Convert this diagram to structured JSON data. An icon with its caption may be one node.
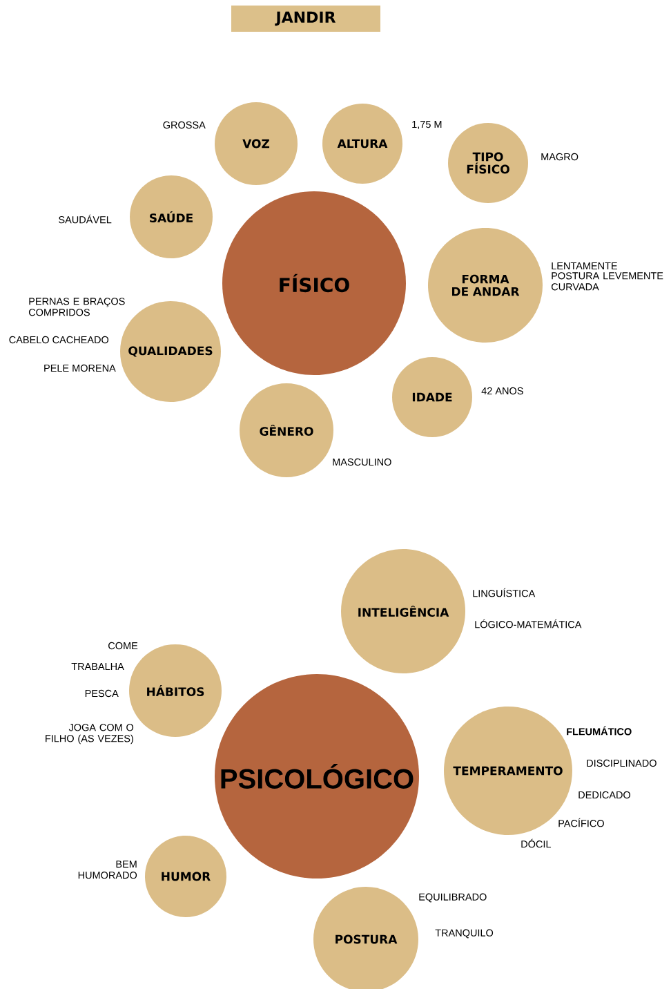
{
  "diagram": {
    "title": "JANDIR",
    "nodes": [
      {
        "text": [
          "FÍSICO"
        ]
      },
      {
        "text": [
          "VOZ"
        ],
        "beside": [
          "GROSSA"
        ]
      },
      {
        "text": [
          "ALTURA"
        ],
        "beside": [
          "1,75 M"
        ]
      },
      {
        "text": [
          "TIPO FÍSICO"
        ],
        "beside": [
          "MAGRO"
        ]
      },
      {
        "text": [
          "SAÚDE"
        ],
        "beside": [
          "SAUDÁVEL"
        ]
      },
      {
        "text": [
          "FORMA DE ANDAR"
        ],
        "beside": [
          "LENTAMENTE",
          "POSTURA LEVEMENTE CURVADA"
        ]
      },
      {
        "text": [
          "QUALIDADES"
        ],
        "beside": [
          "PERNAS E BRAÇOS COMPRIDOS",
          "CABELO CACHEADO",
          "PELE MORENA"
        ]
      },
      {
        "text": [
          "IDADE"
        ],
        "beside": [
          "42 ANOS"
        ]
      },
      {
        "text": [
          "GÊNERO"
        ],
        "beside": [
          "MASCULINO"
        ]
      },
      {
        "text": [
          "INTELIGÊNCIA"
        ],
        "beside": [
          "LINGUÍSTICA",
          "LÓGICO-MATEMÁTICA"
        ]
      },
      {
        "text": [
          "HÁBITOS"
        ],
        "beside": [
          "COME",
          "TRABALHA",
          "PESCA",
          "JOGA COM O FILHO (AS VEZES)"
        ]
      },
      {
        "text": [
          "PSICOLÓGICO"
        ]
      },
      {
        "text": [
          "TEMPERAMENTO"
        ],
        "beside": [
          "FLEUMÁTICO",
          "DISCIPLINADO",
          "DEDICADO",
          "PACÍFICO",
          "DÓCIL"
        ]
      },
      {
        "text": [
          "HUMOR"
        ],
        "beside": [
          "BEM HUMORADO"
        ]
      },
      {
        "text": [
          "POSTURA"
        ],
        "beside": [
          "EQUILIBRADO",
          "TRANQUILO"
        ]
      }
    ]
  }
}
